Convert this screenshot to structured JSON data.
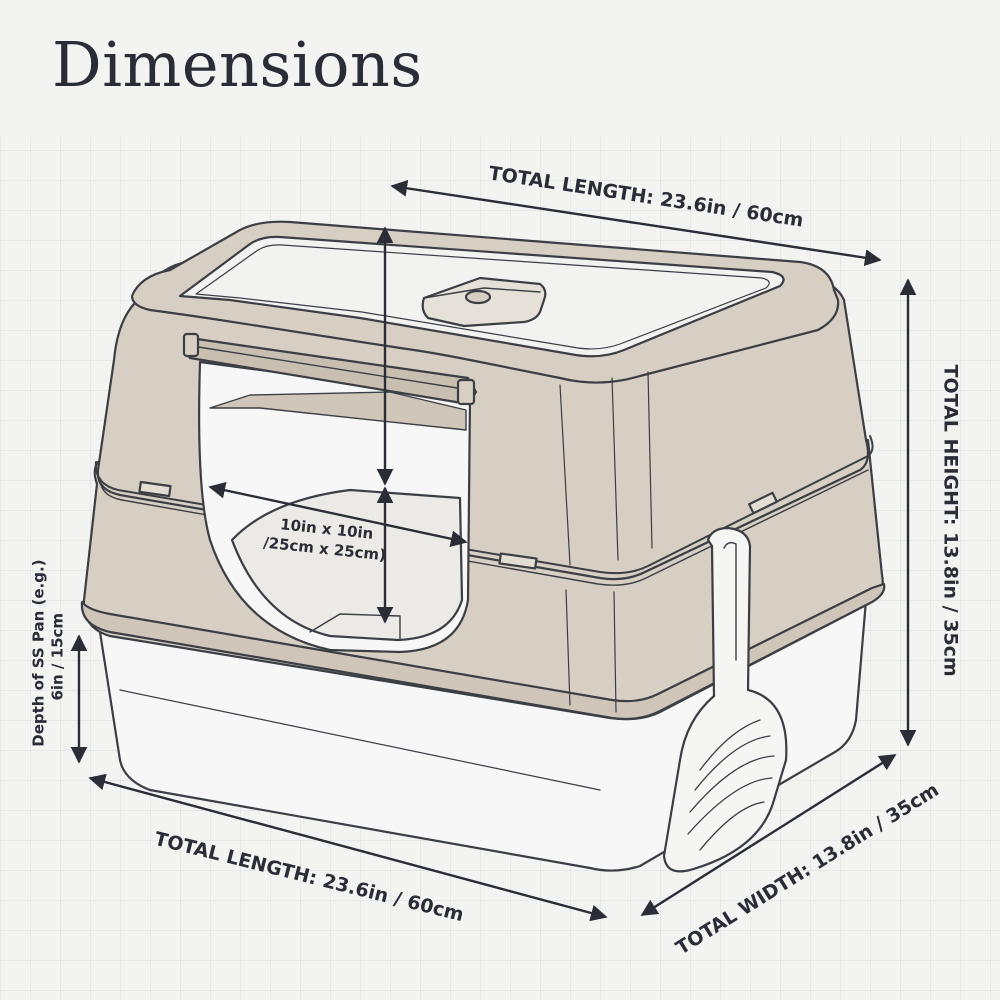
{
  "title": "Dimensions",
  "colors": {
    "background": "#f3f3f1",
    "grid": "#d9dcdf",
    "ink": "#2a2d36",
    "body_fill": "#d7cfc3",
    "body_stroke": "#3b3e45",
    "pan_fill": "#f7f7f7",
    "lid_fill": "#f2f2f0"
  },
  "labels": {
    "top_length": "TOTAL LENGTH: 23.6in / 60cm",
    "bottom_length": "TOTAL LENGTH: 23.6in / 60cm",
    "height": "TOTAL HEIGHT: 13.8in / 35cm",
    "width": "TOTAL WIDTH: 13.8in / 35cm",
    "entry_line1": "10in x 10in",
    "entry_line2": "/25cm x 25cm)",
    "depth_line1": "Depth of SS Pan (e.g.)",
    "depth_line2": "6in / 15cm"
  },
  "icons": {
    "product": "litter-box-illustration",
    "scoop": "litter-scoop-icon"
  }
}
